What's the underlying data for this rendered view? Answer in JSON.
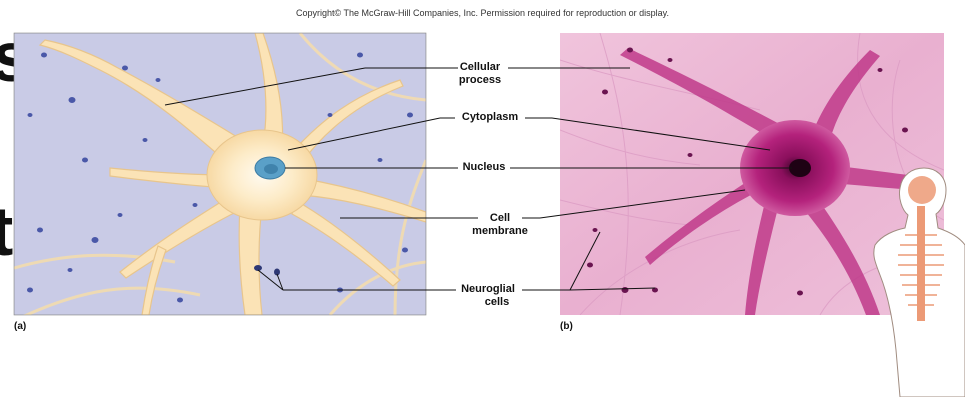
{
  "copyright": "Copyright© The McGraw-Hill Companies, Inc. Permission required for reproduction or display.",
  "edge_letters": [
    "s",
    "t"
  ],
  "panels": {
    "a": "(a)",
    "b": "(b)"
  },
  "labels": {
    "cellular_process_1": "Cellular",
    "cellular_process_2": "process",
    "cytoplasm": "Cytoplasm",
    "nucleus": "Nucleus",
    "cell_membrane_1": "Cell",
    "cell_membrane_2": "membrane",
    "neuroglial_1": "Neuroglial",
    "neuroglial_2": "cells"
  },
  "colors": {
    "drawing_bg": "#c9cbe6",
    "neuron_fill": "#fbe3b6",
    "neuron_core": "#fff6e2",
    "nucleus": "#5aa0c8",
    "micrograph_bg": "#eab4d2",
    "neuron_stain": "#a5196f",
    "body_outline": "#a08c80",
    "spine": "#e99670"
  }
}
